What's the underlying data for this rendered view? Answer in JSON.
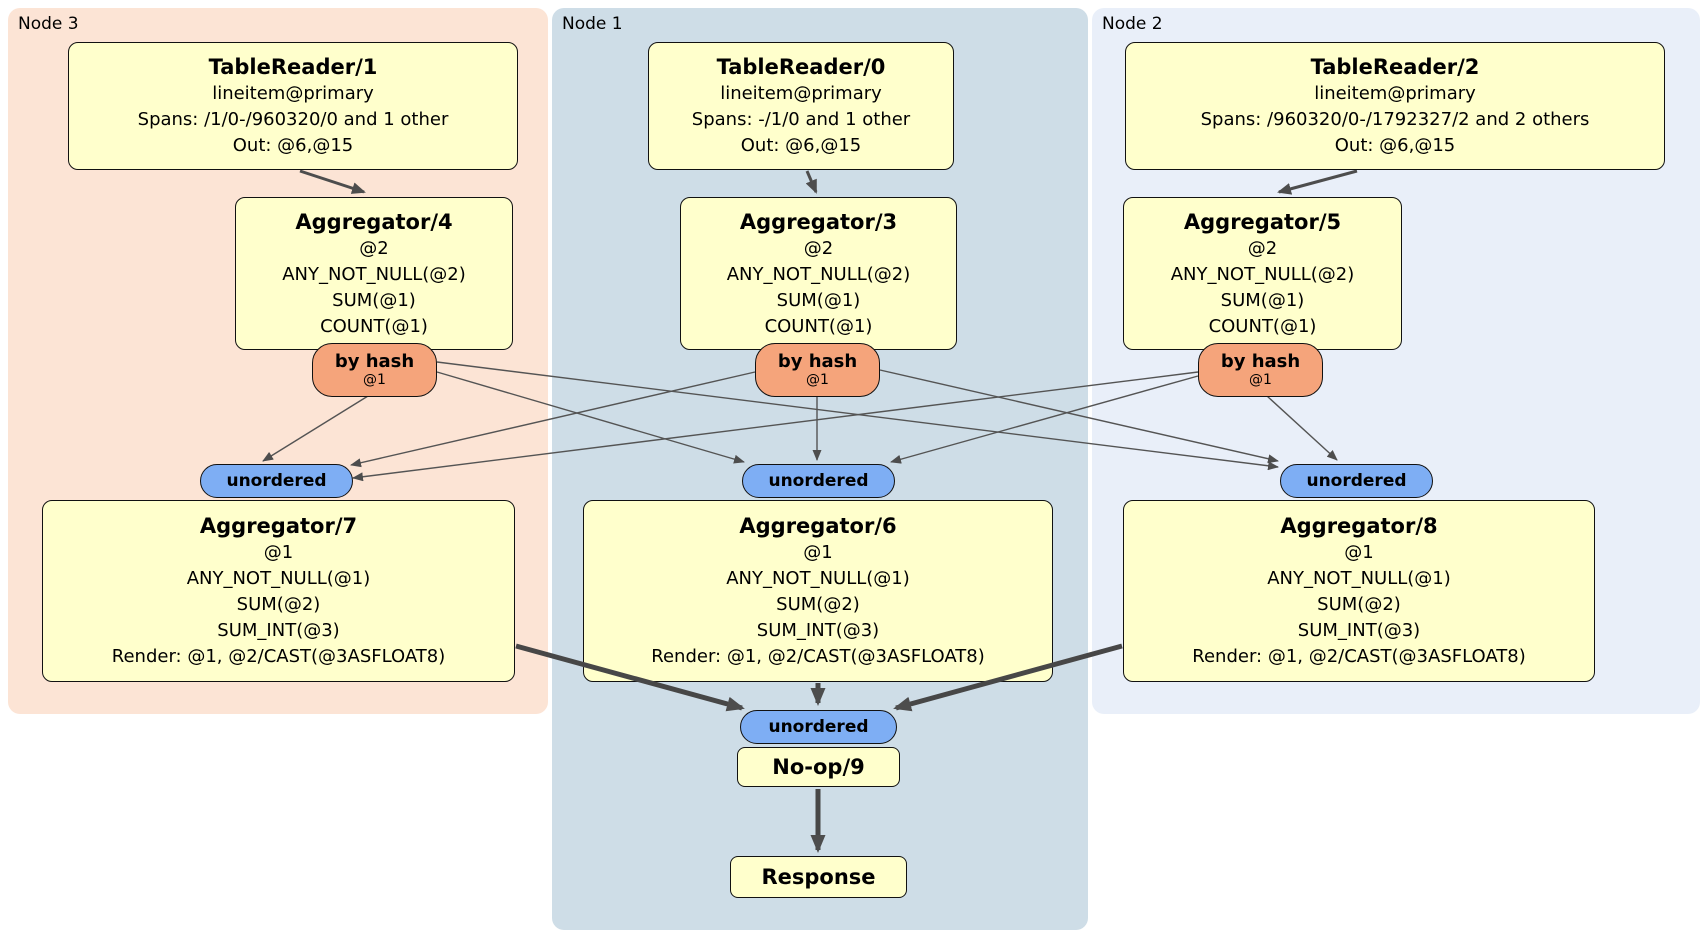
{
  "colors": {
    "node3_bg": "#fce4d5",
    "node1_bg": "#cedde7",
    "node2_bg": "#e9eff9",
    "box_bg": "#ffffcc",
    "router_bg": "#f5a47b",
    "sync_bg": "#7eaef4",
    "edge": "#4d4d4d"
  },
  "node3": {
    "label": "Node 3",
    "table_reader": {
      "title": "TableReader/1",
      "lines": [
        "lineitem@primary",
        "Spans: /1/0-/960320/0 and 1 other",
        "Out: @6,@15"
      ]
    },
    "aggregator_top": {
      "title": "Aggregator/4",
      "lines": [
        "@2",
        "ANY_NOT_NULL(@2)",
        "SUM(@1)",
        "COUNT(@1)"
      ]
    },
    "router": {
      "label": "by hash",
      "detail": "@1"
    },
    "sync": {
      "label": "unordered"
    },
    "aggregator_bottom": {
      "title": "Aggregator/7",
      "lines": [
        "@1",
        "ANY_NOT_NULL(@1)",
        "SUM(@2)",
        "SUM_INT(@3)",
        "Render: @1, @2/CAST(@3ASFLOAT8)"
      ]
    }
  },
  "node1": {
    "label": "Node 1",
    "table_reader": {
      "title": "TableReader/0",
      "lines": [
        "lineitem@primary",
        "Spans: -/1/0 and 1 other",
        "Out: @6,@15"
      ]
    },
    "aggregator_top": {
      "title": "Aggregator/3",
      "lines": [
        "@2",
        "ANY_NOT_NULL(@2)",
        "SUM(@1)",
        "COUNT(@1)"
      ]
    },
    "router": {
      "label": "by hash",
      "detail": "@1"
    },
    "sync": {
      "label": "unordered"
    },
    "aggregator_bottom": {
      "title": "Aggregator/6",
      "lines": [
        "@1",
        "ANY_NOT_NULL(@1)",
        "SUM(@2)",
        "SUM_INT(@3)",
        "Render: @1, @2/CAST(@3ASFLOAT8)"
      ]
    },
    "final_sync": {
      "label": "unordered"
    },
    "noop": {
      "title": "No-op/9"
    },
    "response": {
      "title": "Response"
    }
  },
  "node2": {
    "label": "Node 2",
    "table_reader": {
      "title": "TableReader/2",
      "lines": [
        "lineitem@primary",
        "Spans: /960320/0-/1792327/2 and 2 others",
        "Out: @6,@15"
      ]
    },
    "aggregator_top": {
      "title": "Aggregator/5",
      "lines": [
        "@2",
        "ANY_NOT_NULL(@2)",
        "SUM(@1)",
        "COUNT(@1)"
      ]
    },
    "router": {
      "label": "by hash",
      "detail": "@1"
    },
    "sync": {
      "label": "unordered"
    },
    "aggregator_bottom": {
      "title": "Aggregator/8",
      "lines": [
        "@1",
        "ANY_NOT_NULL(@1)",
        "SUM(@2)",
        "SUM_INT(@3)",
        "Render: @1, @2/CAST(@3ASFLOAT8)"
      ]
    }
  }
}
